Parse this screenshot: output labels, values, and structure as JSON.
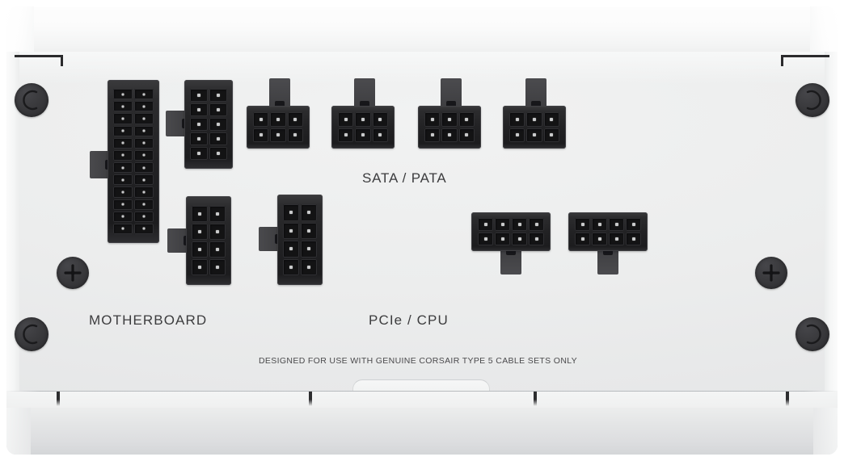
{
  "device": {
    "type": "psu-modular-cable-panel",
    "brand_text": "CORSAIR",
    "colors": {
      "chassis": "#ecedee",
      "chassis_top": "#fbfbfb",
      "chassis_base": "#d8dadc",
      "connector_shell": "#222224",
      "connector_pin": "#131314",
      "pin_contact": "#c9cacb",
      "label_text": "#3c3c3e",
      "screw": "#2f2f32"
    }
  },
  "labels": {
    "sata_pata": "SATA / PATA",
    "motherboard": "MOTHERBOARD",
    "pcie_cpu": "PCIe / CPU",
    "fineprint": "DESIGNED FOR USE WITH GENUINE CORSAIR TYPE 5 CABLE SETS ONLY"
  },
  "groups": [
    {
      "id": "motherboard",
      "label": "MOTHERBOARD",
      "connectors": [
        {
          "id": "atx-24pin",
          "name": "atx-24-pin-connector",
          "pins": 24,
          "rows": 12,
          "cols": 2,
          "orientation": "vertical",
          "latch": "left"
        },
        {
          "id": "eps-10pin",
          "name": "eps-10-pin-connector",
          "pins": 10,
          "rows": 5,
          "cols": 2,
          "orientation": "vertical",
          "latch": "left"
        },
        {
          "id": "cpu-8pin-a",
          "name": "cpu-8-pin-connector-a",
          "pins": 8,
          "rows": 4,
          "cols": 2,
          "orientation": "vertical",
          "latch": "left"
        },
        {
          "id": "cpu-8pin-b",
          "name": "cpu-8-pin-connector-b",
          "pins": 8,
          "rows": 4,
          "cols": 2,
          "orientation": "vertical",
          "latch": "left"
        }
      ]
    },
    {
      "id": "sata-pata",
      "label": "SATA / PATA",
      "connectors": [
        {
          "id": "sata-6pin-1",
          "name": "sata-6-pin-connector-1",
          "pins": 6,
          "rows": 2,
          "cols": 3,
          "orientation": "horizontal",
          "latch": "top"
        },
        {
          "id": "sata-6pin-2",
          "name": "sata-6-pin-connector-2",
          "pins": 6,
          "rows": 2,
          "cols": 3,
          "orientation": "horizontal",
          "latch": "top"
        },
        {
          "id": "sata-6pin-3",
          "name": "sata-6-pin-connector-3",
          "pins": 6,
          "rows": 2,
          "cols": 3,
          "orientation": "horizontal",
          "latch": "top"
        },
        {
          "id": "sata-6pin-4",
          "name": "sata-6-pin-connector-4",
          "pins": 6,
          "rows": 2,
          "cols": 3,
          "orientation": "horizontal",
          "latch": "top"
        }
      ]
    },
    {
      "id": "pcie-cpu",
      "label": "PCIe / CPU",
      "connectors": [
        {
          "id": "pcie-8pin-1",
          "name": "pcie-8-pin-connector-1",
          "pins": 8,
          "rows": 2,
          "cols": 4,
          "orientation": "horizontal",
          "latch": "bottom"
        },
        {
          "id": "pcie-8pin-2",
          "name": "pcie-8-pin-connector-2",
          "pins": 8,
          "rows": 2,
          "cols": 4,
          "orientation": "horizontal",
          "latch": "bottom"
        }
      ]
    }
  ],
  "fasteners": [
    {
      "id": "screw-tl",
      "name": "rivet-top-left",
      "kind": "rivet"
    },
    {
      "id": "screw-tr",
      "name": "rivet-top-right",
      "kind": "rivet"
    },
    {
      "id": "screw-ml",
      "name": "phillips-screw-mid-left",
      "kind": "phillips"
    },
    {
      "id": "screw-mr",
      "name": "phillips-screw-mid-right",
      "kind": "phillips"
    },
    {
      "id": "screw-bl",
      "name": "rivet-bottom-left",
      "kind": "rivet"
    },
    {
      "id": "screw-br",
      "name": "rivet-bottom-right",
      "kind": "rivet"
    }
  ],
  "counts": {
    "total_connectors": 10,
    "sata_pata_ports": 4,
    "pcie_cpu_ports": 2,
    "motherboard_ports": 4
  }
}
